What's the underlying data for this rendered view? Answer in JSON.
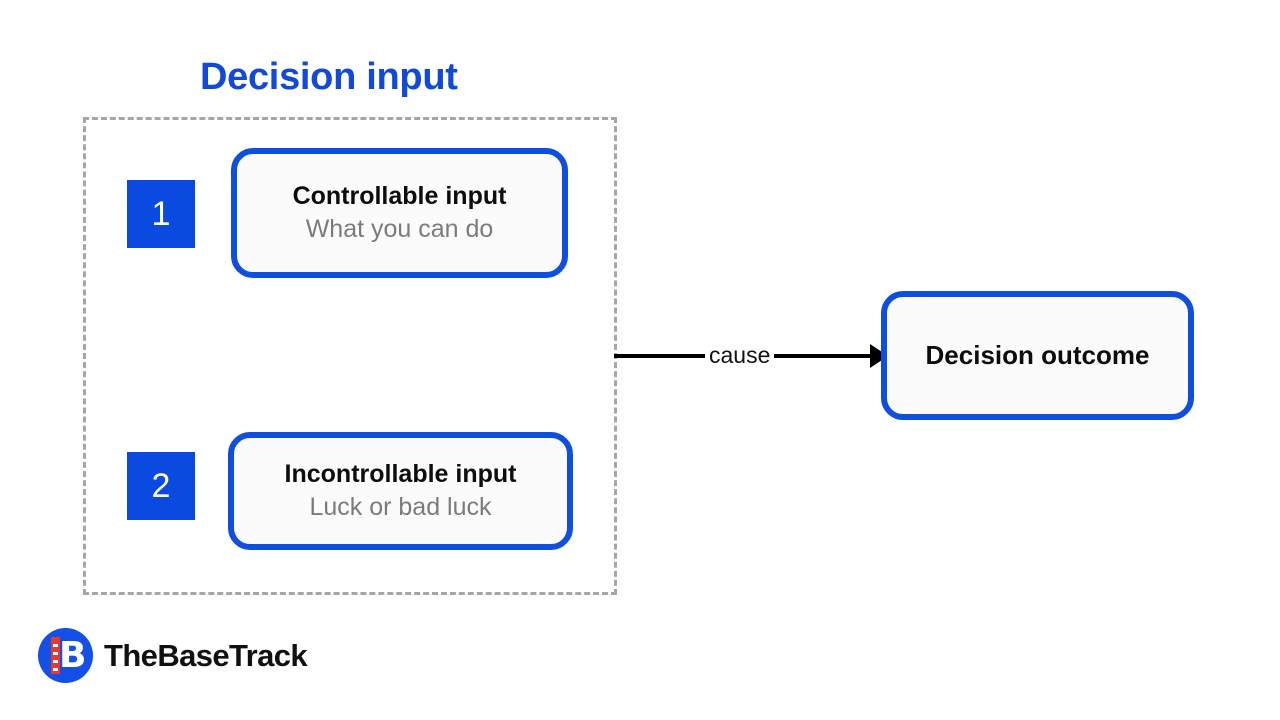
{
  "diagram": {
    "title": "Decision input",
    "title_color": "#1149d9",
    "group": {
      "border_style": "dashed",
      "border_color": "#a6a6a6"
    },
    "inputs": [
      {
        "number": "1",
        "title": "Controllable input",
        "subtitle": "What you can do",
        "accent_color": "#0f4fe0"
      },
      {
        "number": "2",
        "title": "Incontrollable input",
        "subtitle": "Luck or bad luck",
        "accent_color": "#0f4fe0"
      }
    ],
    "connector": {
      "label": "cause",
      "arrow_icon": "arrow-right-icon",
      "color": "#000000"
    },
    "outcome": {
      "label": "Decision outcome",
      "accent_color": "#0f4fe0"
    }
  },
  "brand": {
    "mark_icon": "thebasetrack-logo-icon",
    "mark_letter": "B",
    "name": "TheBaseTrack",
    "mark_circle_color": "#1450e6",
    "mark_stripe_color": "#e8392f"
  }
}
